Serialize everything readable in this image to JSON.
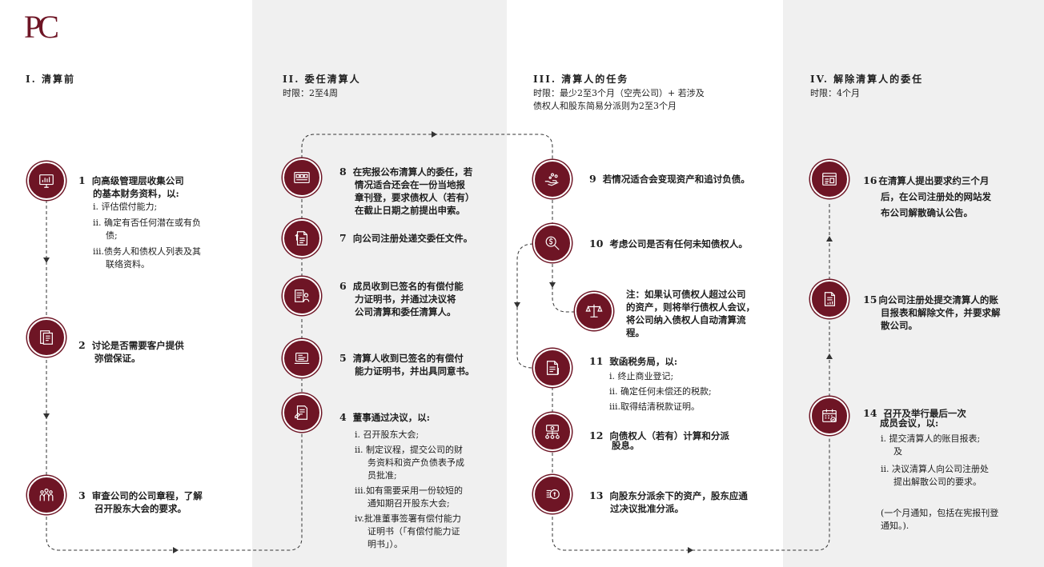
{
  "logo": "PC",
  "columns": {
    "col1": {
      "title": "I. 清算前"
    },
    "col2": {
      "title": "II. 委任清算人",
      "sub": "时限：2至4周"
    },
    "col3": {
      "title": "III. 清算人的任务",
      "sub1": "时限：最少2至3个月（空壳公司）+ 若涉及",
      "sub2": "债权人和股东简易分派则为2至3个月"
    },
    "col4": {
      "title": "IV. 解除清算人的委任",
      "sub": "时限：4个月"
    }
  },
  "steps": {
    "s1": {
      "num": "1",
      "l1": "向高级管理层收集公司",
      "l2": "的基本财务资料，以:",
      "i1": "i. 评估偿付能力;",
      "i2a": "ii. 确定有否任何潜在或有负",
      "i2b": "债;",
      "i3a": "iii.债务人和债权人列表及其",
      "i3b": "联络资料。"
    },
    "s2": {
      "num": "2",
      "l1": "讨论是否需要客户提供",
      "l2": "弥偿保证。"
    },
    "s3": {
      "num": "3",
      "l1": "审查公司的公司章程，了解",
      "l2": "召开股东大会的要求。"
    },
    "s4": {
      "num": "4",
      "l1": "董事通过决议，以:",
      "i1": "i. 召开股东大会;",
      "i2a": "ii. 制定议程，提交公司的财",
      "i2b": "务资料和资产负债表予成",
      "i2c": "员批准;",
      "i3a": "iii.如有需要采用一份较短的",
      "i3b": "通知期召开股东大会;",
      "i4a": "iv.批准董事签署有偿付能力",
      "i4b": "证明书（「有偿付能力证",
      "i4c": "明书」）。"
    },
    "s5": {
      "num": "5",
      "l1": "清算人收到已签名的有偿付",
      "l2": "能力证明书，并出具同意书。"
    },
    "s6": {
      "num": "6",
      "l1": "成员收到已签名的有偿付能",
      "l2": "力证明书，并通过决议将",
      "l3": "公司清算和委任清算人。"
    },
    "s7": {
      "num": "7",
      "l1": "向公司注册处递交委任文件。"
    },
    "s8": {
      "num": "8",
      "l1": "在宪报公布清算人的委任，若",
      "l2": "情况适合还会在一份当地报",
      "l3": "章刊登，要求债权人（若有）",
      "l4": "在截止日期之前提出申索。"
    },
    "s9": {
      "num": "9",
      "l1": "若情况适合会变现资产和追讨负债。"
    },
    "s10": {
      "num": "10",
      "l1": "考虑公司是否有任何未知债权人。"
    },
    "note": {
      "l1": "注：如果认可债权人超过公司",
      "l2": "的资产，则将举行债权人会议，",
      "l3": "将公司纳入债权人自动清算流",
      "l4": "程。"
    },
    "s11": {
      "num": "11",
      "l1": "致函税务局，以:",
      "i1": "i. 终止商业登记;",
      "i2": "ii. 确定任何未偿还的税款;",
      "i3": "iii.取得结清税款证明。"
    },
    "s12": {
      "num": "12",
      "l1": "向债权人（若有）计算和分派",
      "l2": "股息。"
    },
    "s13": {
      "num": "13",
      "l1": "向股东分派余下的资产，股东应通",
      "l2": "过决议批准分派。"
    },
    "s14": {
      "num": "14",
      "l1": "召开及举行最后一次",
      "l2": "成员会议，以:",
      "i1a": "i. 提交清算人的账目报表;",
      "i1b": "及",
      "i2a": "ii. 决议清算人向公司注册处",
      "i2b": "提出解散公司的要求。",
      "n1": "(一个月通知，包括在宪报刊登",
      "n2": "通知。)."
    },
    "s15": {
      "num": "15",
      "l1": "向公司注册处提交清算人的账",
      "l2": "目报表和解除文件，并要求解",
      "l3": "散公司。"
    },
    "s16": {
      "num": "16",
      "l1": "在清算人提出要求约三个月",
      "l2": "后，在公司注册处的网站发",
      "l3": "布公司解散确认公告。"
    }
  },
  "colors": {
    "brand": "#6e1525",
    "panel": "#f0f0f0"
  }
}
